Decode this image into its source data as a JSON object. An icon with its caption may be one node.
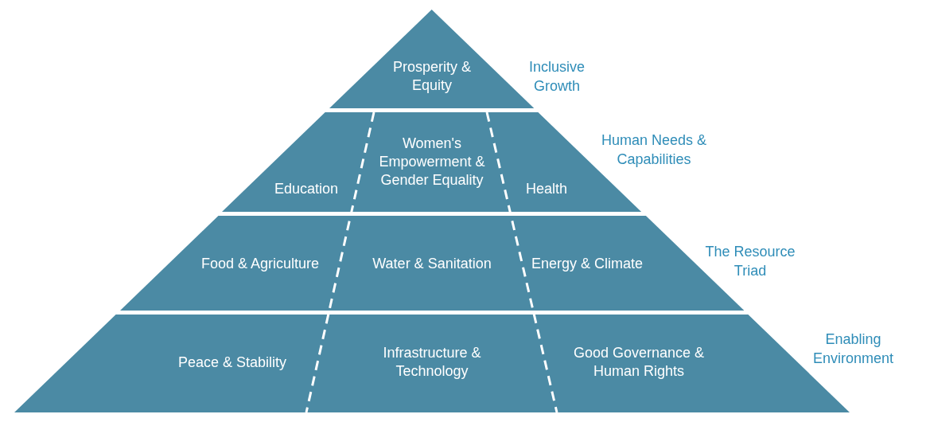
{
  "diagram": {
    "nodes": [
      {
        "text": [
          "Inclusive Growth"
        ]
      },
      {
        "text": [
          "Prosperity & Equity"
        ],
        "in": 0
      },
      {
        "text": [
          "Human Needs & Capabilities"
        ]
      },
      {
        "text": [
          "Education"
        ],
        "in": 2
      },
      {
        "text": [
          "Women's Empowerment & Gender Equality"
        ],
        "in": 2
      },
      {
        "text": [
          "Health"
        ],
        "in": 2
      },
      {
        "text": [
          "The Resource Triad"
        ]
      },
      {
        "text": [
          "Food & Agriculture"
        ],
        "in": 6
      },
      {
        "text": [
          "Water & Sanitation"
        ],
        "in": 6
      },
      {
        "text": [
          "Energy & Climate"
        ],
        "in": 6
      },
      {
        "text": [
          "Enabling Environment"
        ]
      },
      {
        "text": [
          "Peace & Stability"
        ],
        "in": 10
      },
      {
        "text": [
          "Infrastructure & Technology"
        ],
        "in": 10
      },
      {
        "text": [
          "Good Governance & Human Rights"
        ],
        "in": 10
      }
    ],
    "edges": []
  }
}
